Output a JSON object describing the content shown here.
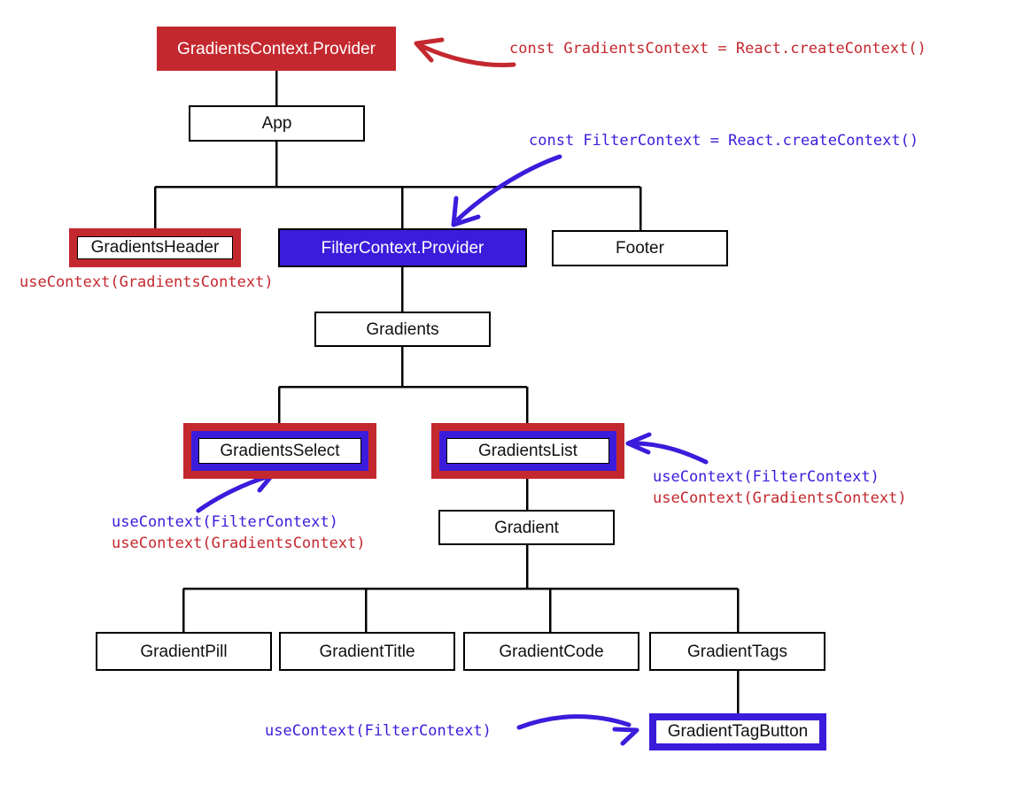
{
  "diagram": {
    "title": "React Context component tree",
    "colors": {
      "red": "#c4282f",
      "blue": "#3b1cdb",
      "black": "#000000",
      "white": "#ffffff"
    },
    "nodes": {
      "gradients_context_provider": "GradientsContext.Provider",
      "app": "App",
      "gradients_header": "GradientsHeader",
      "filter_context_provider": "FilterContext.Provider",
      "footer": "Footer",
      "gradients": "Gradients",
      "gradients_select": "GradientsSelect",
      "gradients_list": "GradientsList",
      "gradient": "Gradient",
      "gradient_pill": "GradientPill",
      "gradient_title": "GradientTitle",
      "gradient_code": "GradientCode",
      "gradient_tags": "GradientTags",
      "gradient_tag_button": "GradientTagButton"
    },
    "annotations": {
      "create_gradients_context": "const GradientsContext = React.createContext()",
      "create_filter_context": "const FilterContext = React.createContext()",
      "header_use_gradients": "useContext(GradientsContext)",
      "select_use_filter": "useContext(FilterContext)",
      "select_use_gradients": "useContext(GradientsContext)",
      "list_use_filter": "useContext(FilterContext)",
      "list_use_gradients": "useContext(GradientsContext)",
      "tagbutton_use_filter": "useContext(FilterContext)"
    }
  }
}
